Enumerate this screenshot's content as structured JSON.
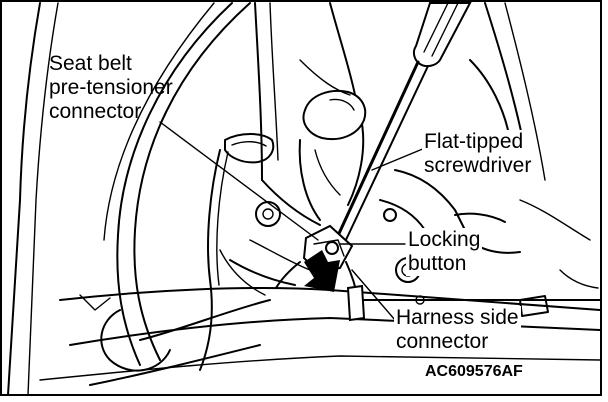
{
  "callouts": {
    "connector_lines": [
      "Seat belt",
      "pre-tensioner",
      "connector"
    ],
    "screwdriver_lines": [
      "Flat-tipped",
      "screwdriver"
    ],
    "locking_lines": [
      "Locking",
      "button"
    ],
    "harness_lines": [
      "Harness side",
      "connector"
    ]
  },
  "figure_code": "AC609576AF",
  "colors": {
    "ink": "#000000",
    "paper": "#ffffff"
  }
}
